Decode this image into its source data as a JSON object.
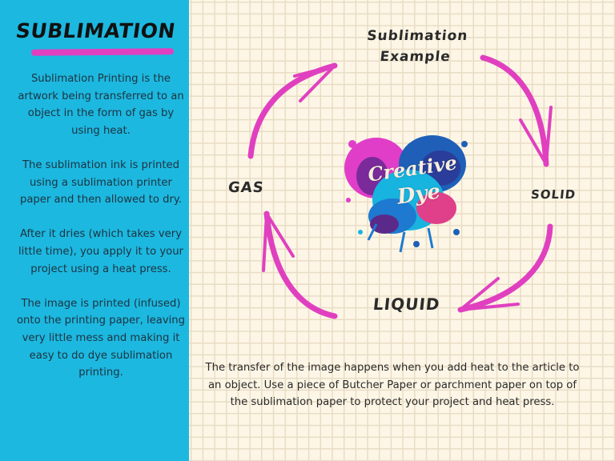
{
  "sidebar": {
    "title": "SUBLIMATION",
    "accent_color": "#1cb8e0",
    "underline_color": "#e040c0",
    "paragraphs": [
      "Sublimation Printing is the artwork being transferred to an object in the form of gas by using heat.",
      "The sublimation ink is printed using a sublimation printer paper and then allowed to dry.",
      "After it dries (which takes very little time), you apply it to your project using a heat press.",
      "The image is printed (infused) onto the printing paper, leaving very little mess and making it easy to do dye sublimation printing."
    ]
  },
  "diagram": {
    "title_line1": "Sublimation",
    "title_line2": "Example",
    "states": {
      "gas": "GAS",
      "solid": "SOLID",
      "liquid": "LIQUID"
    },
    "arrow_color": "#e040c0",
    "logo": {
      "line1": "Creative",
      "line2": "Dye"
    }
  },
  "footer": {
    "text": "The transfer of the image happens when you add heat to the article to an object. Use a piece of Butcher Paper or parchment paper on top of the sublimation paper to protect your project and heat press."
  }
}
